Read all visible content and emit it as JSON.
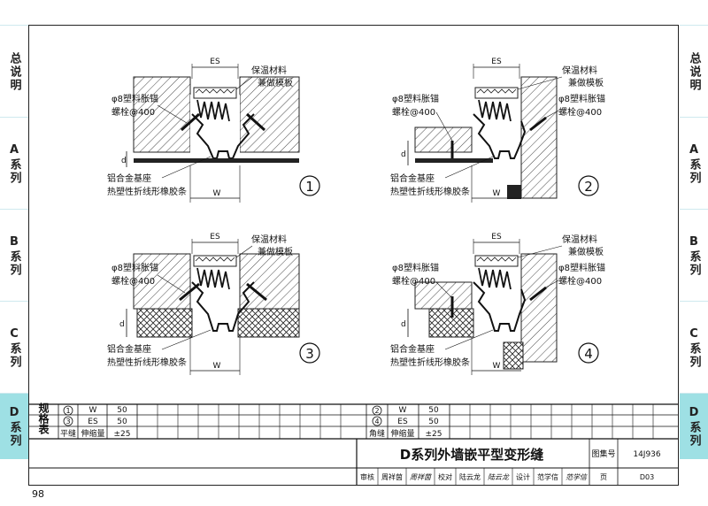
{
  "side_tabs": [
    {
      "label": "总说明",
      "active": false
    },
    {
      "label": "A系列",
      "active": false
    },
    {
      "label": "B系列",
      "active": false
    },
    {
      "label": "C系列",
      "active": false
    },
    {
      "label": "D系列",
      "active": true
    }
  ],
  "details": [
    {
      "number": "1",
      "es": "ES",
      "w": "W",
      "d": "d",
      "insulation": "保温材料",
      "formwork": "兼做模板",
      "anchor_line1": "φ8塑料胀锚",
      "anchor_line2": "螺栓@400",
      "base": "铝合金基座",
      "strip": "热塑性折线形橡胶条"
    },
    {
      "number": "2",
      "es": "ES",
      "w": "W",
      "d": "d",
      "insulation": "保温材料",
      "formwork": "兼做模板",
      "anchor_line1": "φ8塑料胀锚",
      "anchor_line2": "螺栓@400",
      "anchor2_line1": "φ8塑料胀锚",
      "anchor2_line2": "螺栓@400",
      "base": "铝合金基座",
      "strip": "热塑性折线形橡胶条"
    },
    {
      "number": "3",
      "es": "ES",
      "w": "W",
      "d": "d",
      "insulation": "保温材料",
      "formwork": "兼做模板",
      "anchor_line1": "φ8塑料胀锚",
      "anchor_line2": "螺栓@400",
      "base": "铝合金基座",
      "strip": "热塑性折线形橡胶条"
    },
    {
      "number": "4",
      "es": "ES",
      "w": "W",
      "d": "d",
      "insulation": "保温材料",
      "formwork": "兼做模板",
      "anchor_line1": "φ8塑料胀锚",
      "anchor_line2": "螺栓@400",
      "anchor2_line1": "φ8塑料胀锚",
      "anchor2_line2": "螺栓@400",
      "base": "铝合金基座",
      "strip": "热塑性折线形橡胶条"
    }
  ],
  "spec_table": {
    "header": "规格表",
    "flat": {
      "labels": [
        "1",
        "3"
      ],
      "type": "平缝",
      "rows": [
        {
          "key": "W",
          "value": "50"
        },
        {
          "key": "ES",
          "value": "50"
        },
        {
          "key": "伸缩量",
          "value": "±25"
        }
      ]
    },
    "corner": {
      "labels": [
        "2",
        "4"
      ],
      "type": "角缝",
      "rows": [
        {
          "key": "W",
          "value": "50"
        },
        {
          "key": "ES",
          "value": "50"
        },
        {
          "key": "伸缩量",
          "value": "±25"
        }
      ]
    }
  },
  "title_block": {
    "title": "D系列外墙嵌平型变形缝",
    "atlas_label": "图集号",
    "atlas_no": "14J936",
    "review_label": "审核",
    "reviewer": "周祥茵",
    "review_sign": "周祥茵",
    "check_label": "校对",
    "checker": "陆云龙",
    "check_sign": "陆云龙",
    "design_label": "设计",
    "designer": "范学信",
    "design_sign": "范学信",
    "page_label": "页",
    "page_code": "D03"
  },
  "page_number": "98"
}
